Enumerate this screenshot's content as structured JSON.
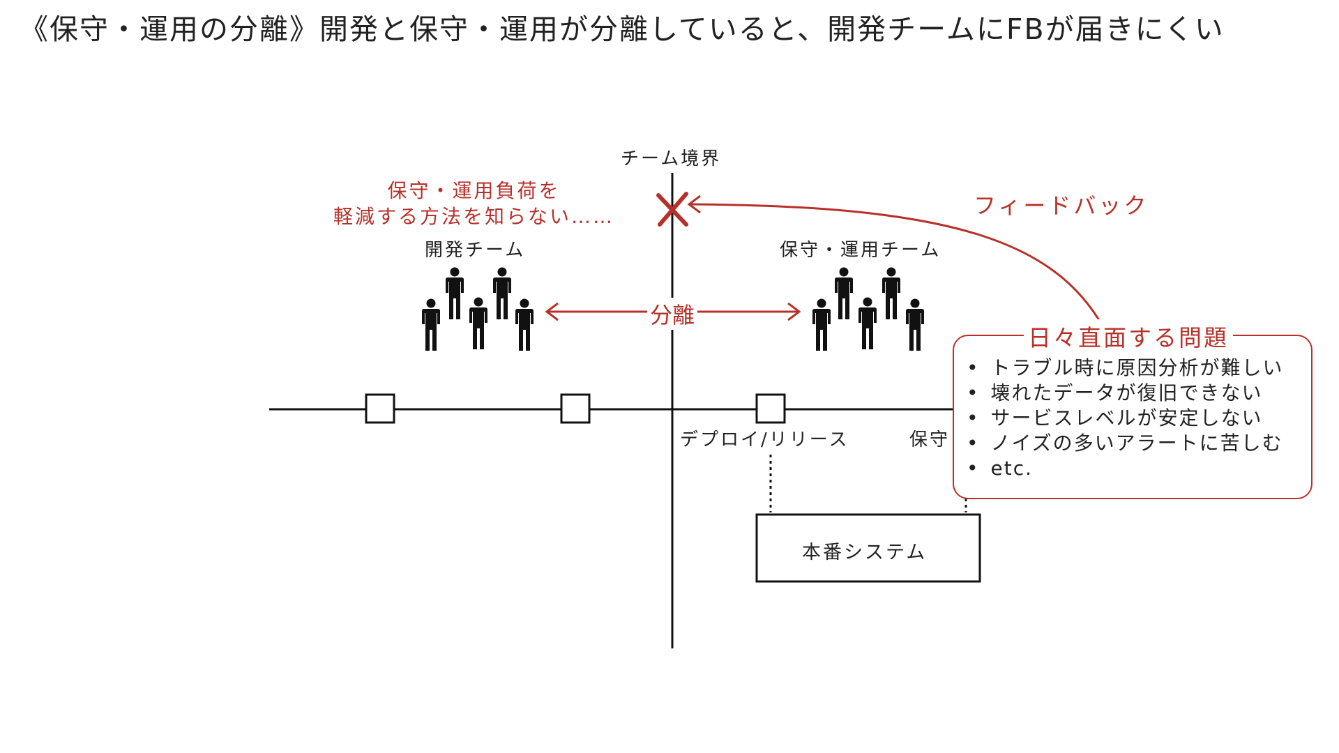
{
  "title": "《保守・運用の分離》開発と保守・運用が分離していると、開発チームにFBが届きにくい",
  "labels": {
    "boundary": "チーム境界",
    "warning_line1": "保守・運用負荷を",
    "warning_line2": "軽減する方法を知らない……",
    "feedback": "フィードバック",
    "dev_team": "開発チーム",
    "ops_team": "保守・運用チーム",
    "separation": "分離",
    "deploy": "デプロイ/リリース",
    "maint_partial": "保守",
    "system": "本番システム"
  },
  "problems": {
    "title": "日々直面する問題",
    "items": [
      "トラブル時に原因分析が難しい",
      "壊れたデータが復旧できない",
      "サービスレベルが安定しない",
      "ノイズの多いアラートに苦しむ",
      "etc."
    ]
  },
  "colors": {
    "accent": "#b8302a",
    "ink": "#111111"
  },
  "icons": [
    "person-icon",
    "cross-icon",
    "arrow-icon"
  ]
}
